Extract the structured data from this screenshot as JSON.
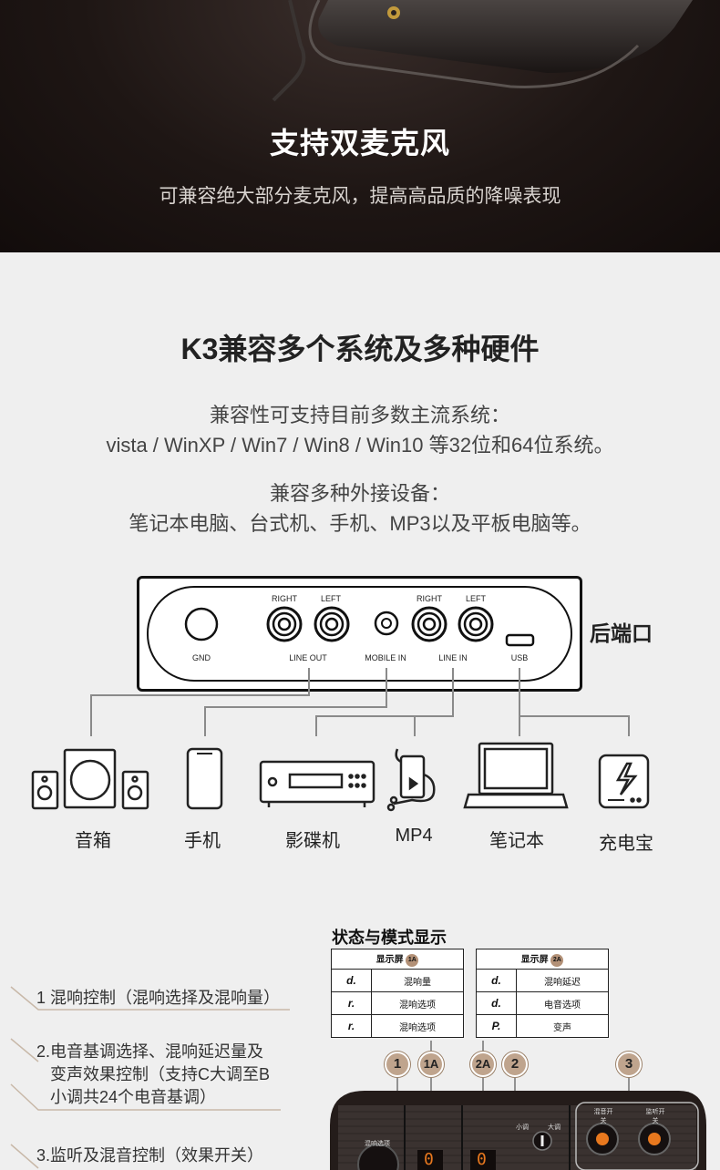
{
  "hero": {
    "title": "支持双麦克风",
    "subtitle": "可兼容绝大部分麦克风，提高高品质的降噪表现"
  },
  "compat": {
    "title": "K3兼容多个系统及多种硬件",
    "system_line1": "兼容性可支持目前多数主流系统：",
    "system_line2": "vista / WinXP / Win7 / Win8 / Win10 等32位和64位系统。",
    "device_line1": "兼容多种外接设备：",
    "device_line2": "笔记本电脑、台式机、手机、MP3以及平板电脑等。"
  },
  "rear_panel": {
    "label": "后端口",
    "ports": {
      "gnd": "GND",
      "right1": "RIGHT",
      "left1": "LEFT",
      "line_out": "LINE OUT",
      "mobile_in": "MOBILE IN",
      "right2": "RIGHT",
      "left2": "LEFT",
      "line_in": "LINE IN",
      "usb": "USB"
    }
  },
  "devices": [
    {
      "label": "音箱",
      "icon": "speaker-set-icon"
    },
    {
      "label": "手机",
      "icon": "smartphone-icon"
    },
    {
      "label": "影碟机",
      "icon": "dvd-player-icon"
    },
    {
      "label": "MP4",
      "icon": "mp4-player-icon"
    },
    {
      "label": "笔记本",
      "icon": "laptop-icon"
    },
    {
      "label": "充电宝",
      "icon": "power-bank-icon"
    }
  ],
  "status": {
    "title": "状态与模式显示",
    "table1": {
      "header": "显示屏",
      "badge": "1A",
      "rows": [
        {
          "code": "d.",
          "desc": "混响量"
        },
        {
          "code": "r.",
          "desc": "混响选项"
        },
        {
          "code": "r.",
          "desc": "混响选项"
        }
      ]
    },
    "table2": {
      "header": "显示屏",
      "badge": "2A",
      "rows": [
        {
          "code": "d.",
          "desc": "混响延迟"
        },
        {
          "code": "d.",
          "desc": "电音选项"
        },
        {
          "code": "P.",
          "desc": "变声"
        }
      ]
    }
  },
  "controls": {
    "item1": "1 混响控制（混响选择及混响量）",
    "item2_l1": "2.电音基调选择、混响延迟量及",
    "item2_l2": "变声效果控制（支持C大调至B",
    "item2_l3": "小调共24个电音基调）",
    "item3": "3.监听及混音控制（效果开关）"
  },
  "badges": [
    "1",
    "1A",
    "2A",
    "2",
    "3"
  ],
  "device_panel": {
    "knob1_label": "混响选项",
    "switch_left": "小调",
    "switch_right": "大调",
    "btn1_label": "混音开关",
    "btn2_label": "监听开关",
    "display1": "0",
    "display2": "0"
  },
  "colors": {
    "hero_bg": "#1e1614",
    "page_bg": "#efefef",
    "badge": "#bfa48d",
    "accent_orange": "#e8781e"
  }
}
